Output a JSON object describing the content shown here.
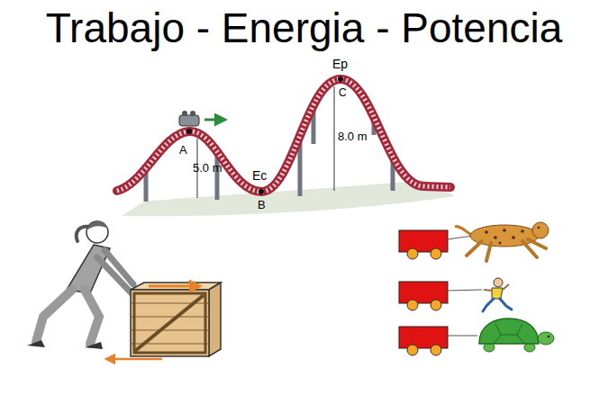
{
  "diagram": {
    "title": "Trabajo - Energia - Potencia",
    "labels": [
      "Ep",
      "C",
      "8.0 m",
      "A",
      "5.0 m",
      "Ec",
      "B"
    ]
  }
}
